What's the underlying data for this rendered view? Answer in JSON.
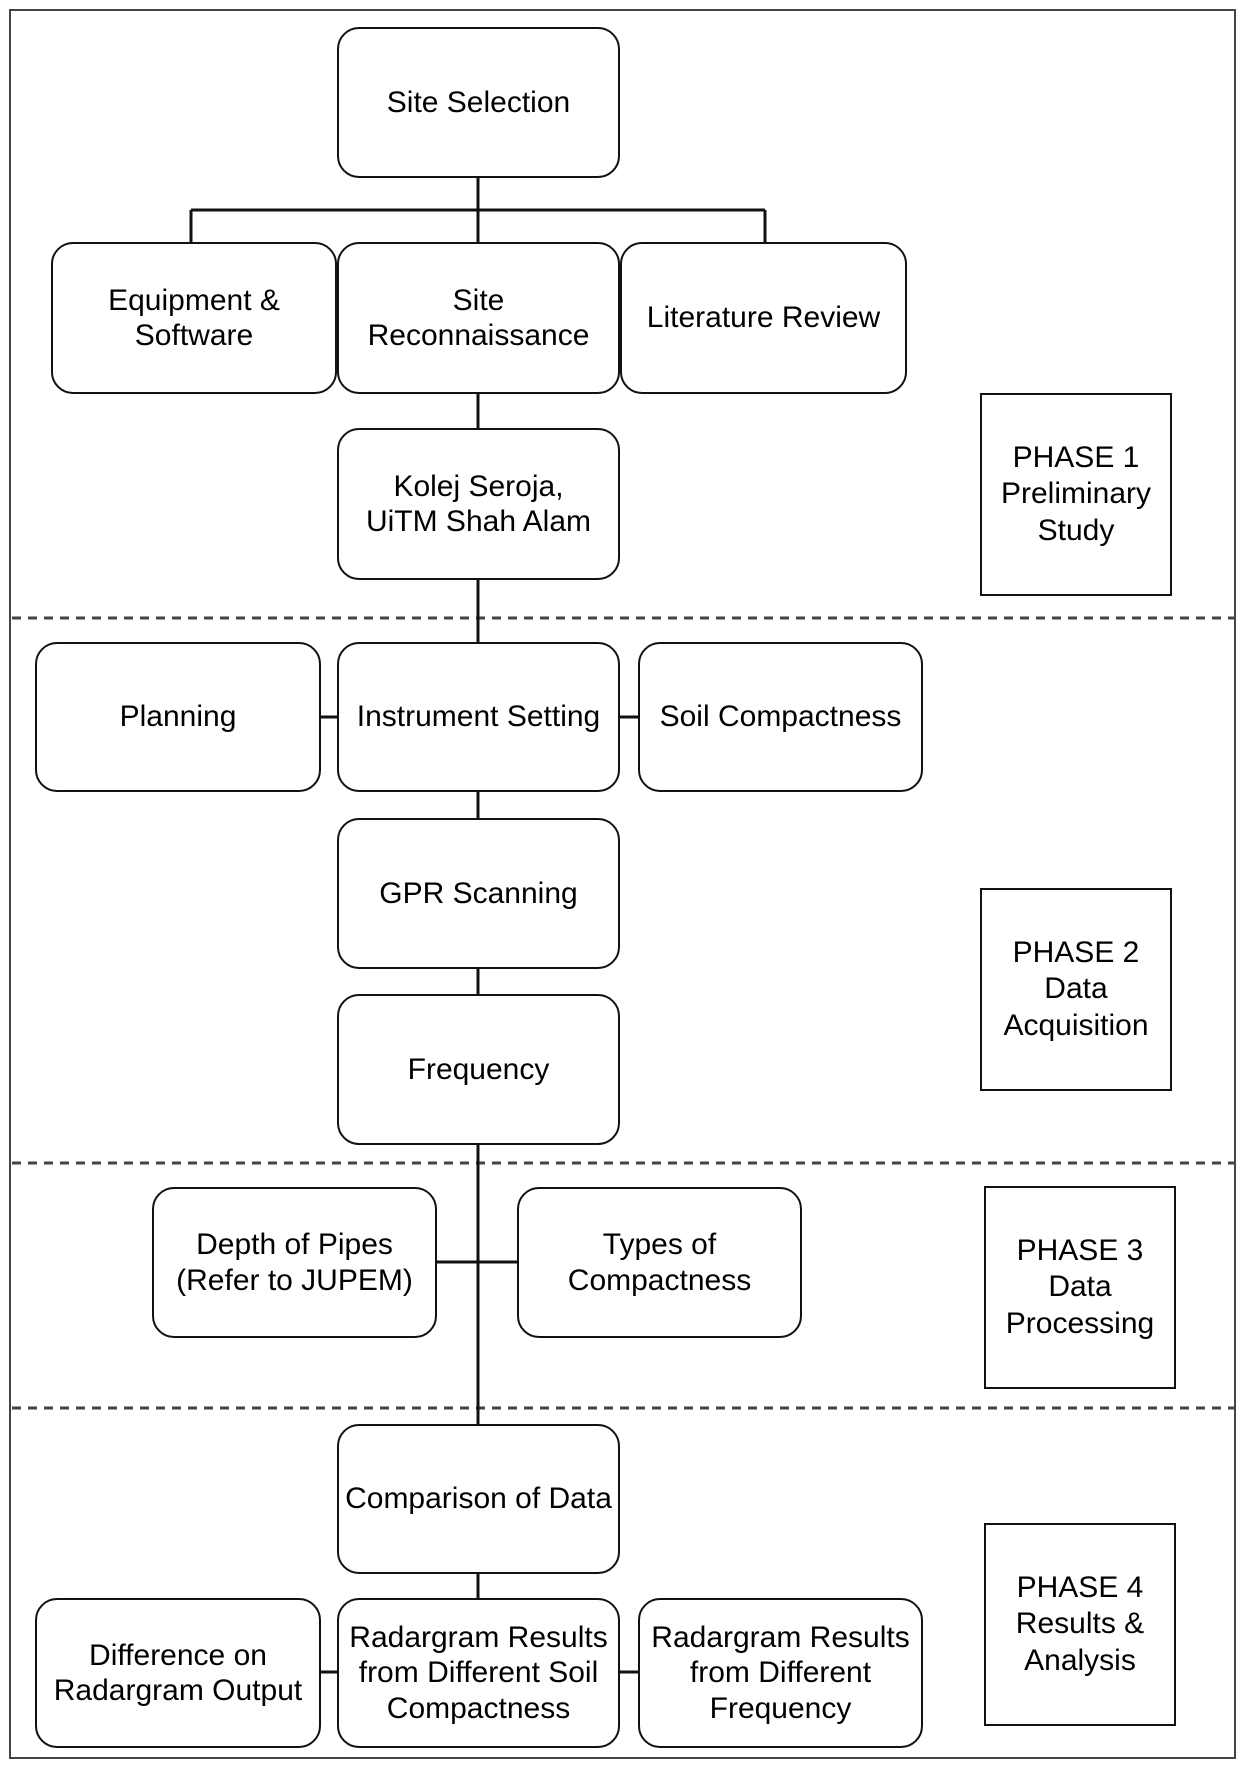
{
  "colors": {
    "line": "#111111",
    "frame": "#444444",
    "background": "#ffffff"
  },
  "nodes": {
    "site_selection": "Site Selection",
    "equipment_software": "Equipment &\nSoftware",
    "site_reconnaissance": "Site Reconnaissance",
    "literature_review": "Literature Review",
    "kolej_seroja": "Kolej Seroja,\nUiTM Shah Alam",
    "planning": "Planning",
    "instrument_setting": "Instrument Setting",
    "soil_compactness": "Soil Compactness",
    "gpr_scanning": "GPR Scanning",
    "frequency": "Frequency",
    "depth_of_pipes": "Depth of Pipes\n(Refer to JUPEM)",
    "types_of_compactness": "Types of\nCompactness",
    "comparison_of_data": "Comparison of Data",
    "difference_radargram": "Difference on\nRadargram Output",
    "radargram_soil": "Radargram Results\nfrom Different Soil\nCompactness",
    "radargram_frequency": "Radargram Results\nfrom Different\nFrequency"
  },
  "phases": {
    "phase1": "PHASE 1\nPreliminary\nStudy",
    "phase2": "PHASE 2\nData\nAcquisition",
    "phase3": "PHASE 3\nData\nProcessing",
    "phase4": "PHASE 4\nResults &\nAnalysis"
  }
}
